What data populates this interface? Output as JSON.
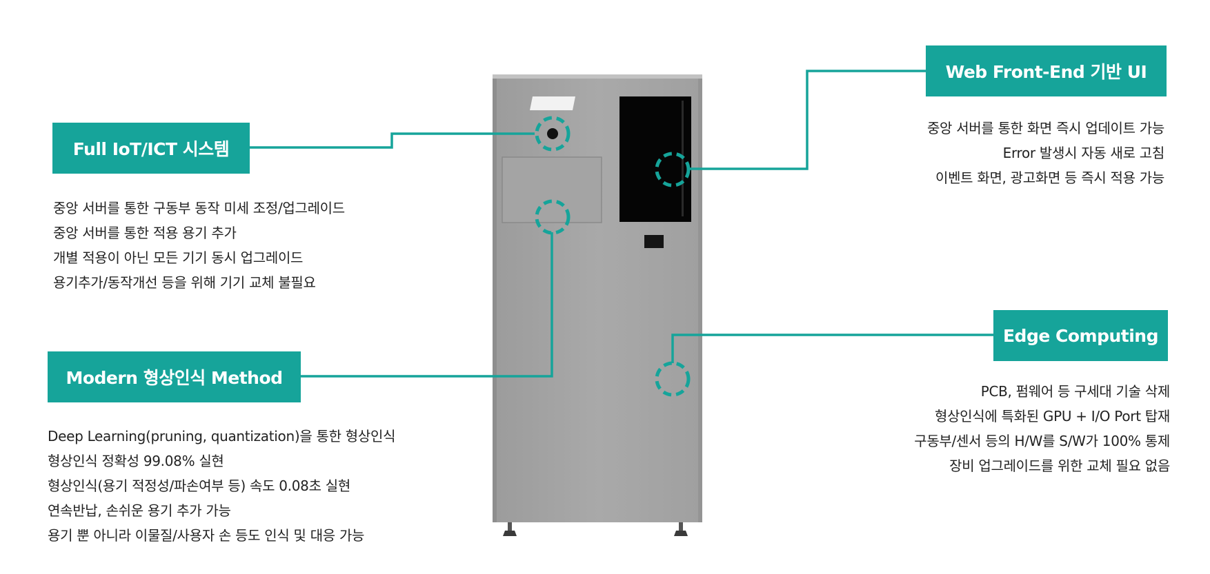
{
  "colors": {
    "accent": "#16a49a",
    "machine_body": "#a7a7a7",
    "screen": "#050505"
  },
  "features": {
    "iot": {
      "title": "Full IoT/ICT 시스템",
      "lines": [
        "중앙 서버를 통한 구동부 동작 미세 조정/업그레이드",
        "중앙 서버를 통한 적용 용기 추가",
        "개별 적용이 아닌 모든 기기 동시 업그레이드",
        "용기추가/동작개선 등을 위해 기기 교체 불필요"
      ]
    },
    "recognition": {
      "title": "Modern 형상인식 Method",
      "lines": [
        "Deep Learning(pruning, quantization)을 통한 형상인식",
        "형상인식 정확성 99.08% 실현",
        "형상인식(용기 적정성/파손여부 등) 속도 0.08초 실현",
        "연속반납, 손쉬운 용기 추가 가능",
        "용기 뿐 아니라 이물질/사용자 손 등도 인식 및 대응 가능"
      ]
    },
    "web_ui": {
      "title": "Web Front-End 기반 UI",
      "lines": [
        "중앙 서버를 통한 화면 즉시 업데이트 가능",
        "Error 발생시 자동 새로 고침",
        "이벤트 화면, 광고화면 등 즉시 적용 가능"
      ]
    },
    "edge": {
      "title": "Edge Computing",
      "lines": [
        "PCB, 펌웨어 등 구세대 기술 삭제",
        "형상인식에 특화된 GPU + I/O Port 탑재",
        "구동부/센서 등의 H/W를 S/W가 100% 통제",
        "장비 업그레이드를 위한 교체 필요 없음"
      ]
    }
  }
}
